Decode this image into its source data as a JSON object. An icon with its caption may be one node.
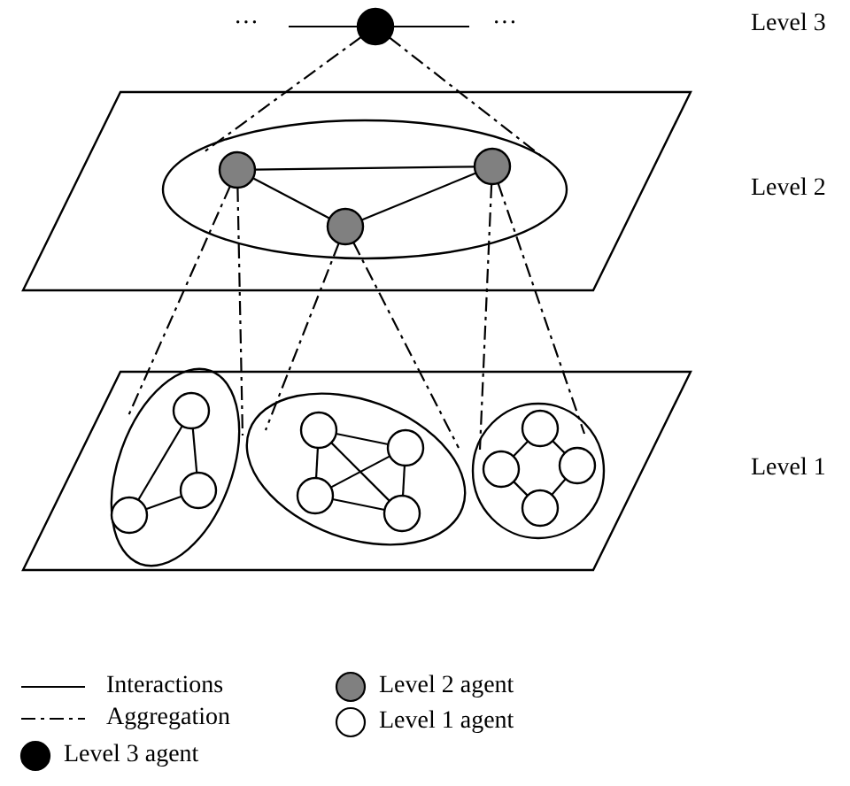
{
  "diagram": {
    "nodes": [
      {
        "text": [],
        "shape": "circle"
      },
      {
        "text": [],
        "shape": "parallelogram"
      },
      {
        "text": [],
        "shape": "ellipse",
        "in": 1
      },
      {
        "text": [],
        "shape": "circle",
        "in": 2
      },
      {
        "text": [],
        "shape": "circle",
        "in": 2
      },
      {
        "text": [],
        "shape": "circle",
        "in": 2
      },
      {
        "text": [],
        "shape": "parallelogram"
      },
      {
        "text": [],
        "shape": "ellipse",
        "in": 6
      },
      {
        "text": [],
        "shape": "circle",
        "in": 7
      },
      {
        "text": [],
        "shape": "circle",
        "in": 7
      },
      {
        "text": [],
        "shape": "circle",
        "in": 7
      },
      {
        "text": [],
        "shape": "ellipse",
        "in": 6
      },
      {
        "text": [],
        "shape": "circle",
        "in": 11
      },
      {
        "text": [],
        "shape": "circle",
        "in": 11
      },
      {
        "text": [],
        "shape": "circle",
        "in": 11
      },
      {
        "text": [],
        "shape": "circle",
        "in": 11
      },
      {
        "text": [],
        "shape": "ellipse",
        "in": 6
      },
      {
        "text": [],
        "shape": "circle",
        "in": 16
      },
      {
        "text": [],
        "shape": "circle",
        "in": 16
      },
      {
        "text": [],
        "shape": "circle",
        "in": 16
      },
      {
        "text": [],
        "shape": "circle",
        "in": 16
      }
    ],
    "edges": [
      {
        "from": null,
        "to": 0,
        "arrow": "none"
      },
      {
        "from": 0,
        "to": null,
        "arrow": "none"
      },
      {
        "from": 0,
        "to": 2,
        "arrow": "none",
        "style": "dashed"
      },
      {
        "from": 0,
        "to": 2,
        "arrow": "none",
        "style": "dashed"
      },
      {
        "from": 3,
        "to": 5,
        "arrow": "none"
      },
      {
        "from": 3,
        "to": 4,
        "arrow": "none"
      },
      {
        "from": 4,
        "to": 5,
        "arrow": "none"
      },
      {
        "from": 3,
        "to": 7,
        "arrow": "none",
        "style": "dashed"
      },
      {
        "from": 3,
        "to": 7,
        "arrow": "none",
        "style": "dashed"
      },
      {
        "from": 4,
        "to": 11,
        "arrow": "none",
        "style": "dashed"
      },
      {
        "from": 4,
        "to": 11,
        "arrow": "none",
        "style": "dashed"
      },
      {
        "from": 5,
        "to": 16,
        "arrow": "none",
        "style": "dashed"
      },
      {
        "from": 5,
        "to": 16,
        "arrow": "none",
        "style": "dashed"
      },
      {
        "from": 8,
        "to": 9,
        "arrow": "none"
      },
      {
        "from": 8,
        "to": 10,
        "arrow": "none"
      },
      {
        "from": 9,
        "to": 10,
        "arrow": "none"
      },
      {
        "from": 12,
        "to": 13,
        "arrow": "none"
      },
      {
        "from": 12,
        "to": 14,
        "arrow": "none"
      },
      {
        "from": 12,
        "to": 15,
        "arrow": "none"
      },
      {
        "from": 13,
        "to": 14,
        "arrow": "none"
      },
      {
        "from": 13,
        "to": 15,
        "arrow": "none"
      },
      {
        "from": 14,
        "to": 15,
        "arrow": "none"
      },
      {
        "from": 17,
        "to": 18,
        "arrow": "none"
      },
      {
        "from": 17,
        "to": 19,
        "arrow": "none"
      },
      {
        "from": 18,
        "to": 20,
        "arrow": "none"
      },
      {
        "from": 19,
        "to": 20,
        "arrow": "none"
      }
    ],
    "labels": [
      "···",
      "···",
      "Level 3",
      "Level 2",
      "Level 1"
    ],
    "legend": [
      {
        "text": "Interactions"
      },
      {
        "text": "Level 2 agent",
        "color": "#808080"
      },
      {
        "text": "Aggregation"
      },
      {
        "text": "Level 1 agent",
        "color": "#ffffff"
      },
      {
        "text": "Level 3 agent",
        "color": "#000000"
      }
    ]
  }
}
